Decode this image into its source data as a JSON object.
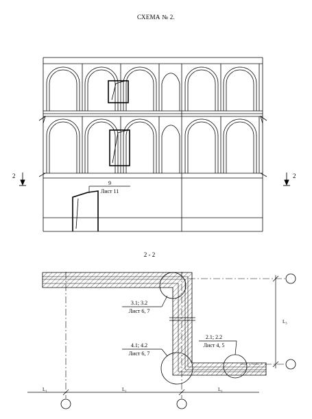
{
  "scheme_title": "СХЕМА № 2.",
  "section_marker": "2",
  "section_title": "2 - 2",
  "callout_window": {
    "number": "9",
    "sheet": "Лист 11"
  },
  "node_callouts": [
    {
      "id": "3.1; 3.2",
      "sheet": "Лист 6, 7"
    },
    {
      "id": "4.1; 4.2",
      "sheet": "Лист 6, 7"
    },
    {
      "id": "2.1; 2.2",
      "sheet": "Лист 4, 5"
    }
  ],
  "dimension_labels": {
    "l1": "L₁",
    "l3": "L₃"
  }
}
